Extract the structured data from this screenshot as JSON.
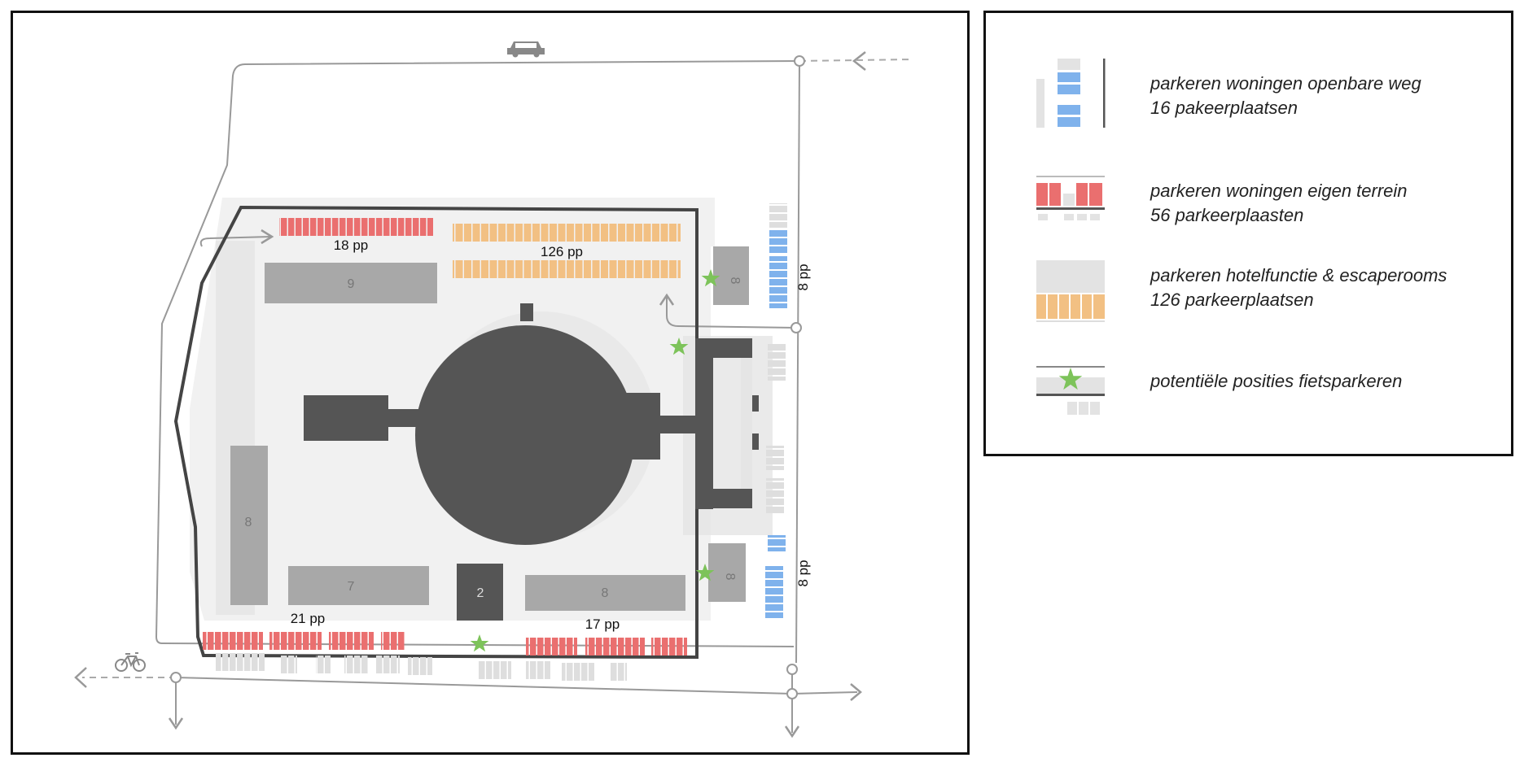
{
  "labels": {
    "top_left": "18 pp",
    "top_center": "126 pp",
    "right_top": "8 pp",
    "right_bottom": "8 pp",
    "bottom_left": "21 pp",
    "bottom_right": "17 pp"
  },
  "buildings": {
    "b_top": "9",
    "b_left": "8",
    "b_bottom_left": "7",
    "b_bottom_mid": "2",
    "b_bottom_right": "8",
    "b_right_top": "8",
    "b_right_bottom": "8"
  },
  "legend": {
    "items": [
      {
        "line1": "parkeren woningen openbare weg",
        "line2": "16 pakeerplaatsen"
      },
      {
        "line1": "parkeren woningen eigen terrein",
        "line2": "56 parkeerplaasten"
      },
      {
        "line1": "parkeren hotelfunctie & escaperooms",
        "line2": "126 parkeerplaatsen"
      },
      {
        "line1": "potentiële posities fietsparkeren",
        "line2": ""
      }
    ]
  },
  "colors": {
    "public_parking": "#7fb2ec",
    "private_parking": "#ea6f6f",
    "hotel_parking": "#f2c083",
    "bike_star": "#7dc35a",
    "building_light": "#a6a6a6",
    "building_dark": "#555555",
    "shadow": "#e3e3e3",
    "route": "#999999"
  }
}
